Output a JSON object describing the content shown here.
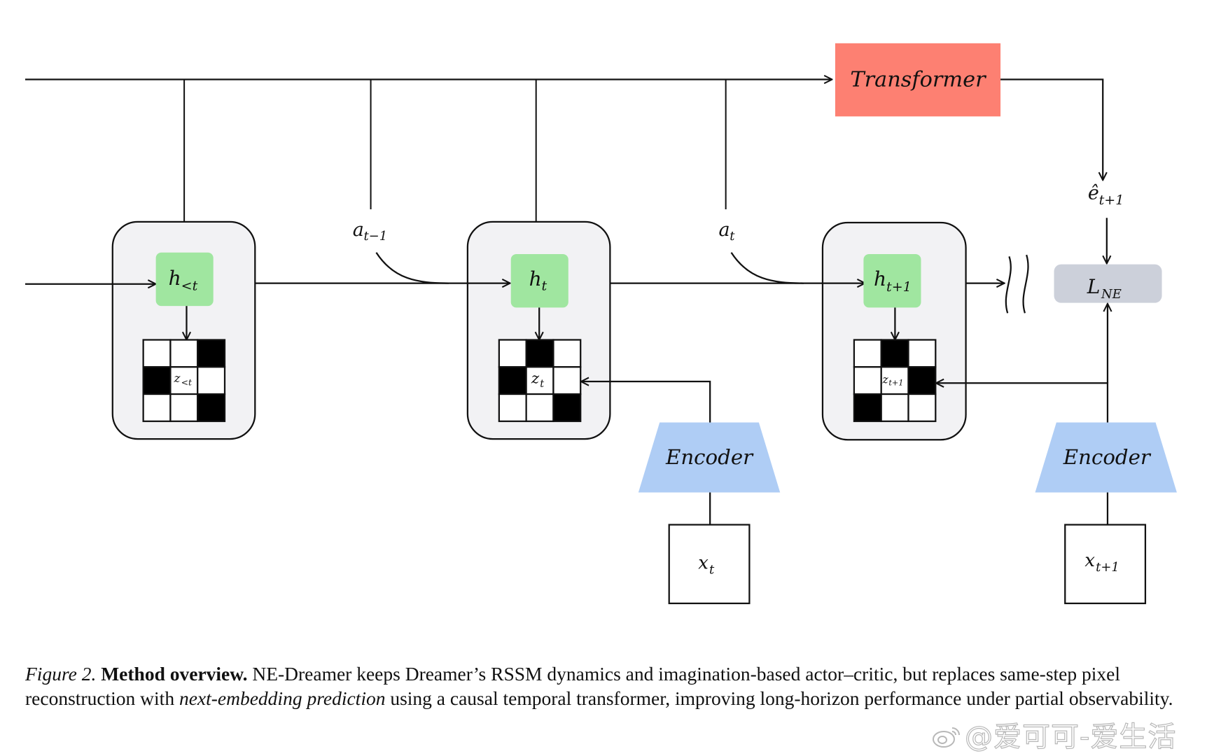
{
  "diagram": {
    "transformer": {
      "label": "Transformer",
      "color": "#fd8072"
    },
    "encoders": [
      {
        "label": "Encoder",
        "color": "#afcdf5"
      },
      {
        "label": "Encoder",
        "color": "#afcdf5"
      }
    ],
    "states": [
      {
        "h": "h",
        "h_sub": "<t",
        "z": "z",
        "z_sub": "<t",
        "grid": [
          0,
          0,
          1,
          1,
          0,
          0,
          0,
          0,
          1
        ]
      },
      {
        "h": "h",
        "h_sub": "t",
        "z": "z",
        "z_sub": "t",
        "grid": [
          0,
          1,
          0,
          1,
          0,
          0,
          0,
          0,
          1
        ]
      },
      {
        "h": "h",
        "h_sub": "t+1",
        "z": "z",
        "z_sub": "t+1",
        "grid": [
          0,
          1,
          0,
          0,
          0,
          1,
          1,
          0,
          0
        ]
      }
    ],
    "actions": [
      {
        "a": "a",
        "sub": "t−1"
      },
      {
        "a": "a",
        "sub": "t"
      }
    ],
    "observations": [
      {
        "x": "x",
        "sub": "t"
      },
      {
        "x": "x",
        "sub": "t+1"
      }
    ],
    "prediction": {
      "e": "ê",
      "sub": "t+1"
    },
    "loss": {
      "L": "L",
      "sub": "NE",
      "color": "#ccd0da"
    },
    "colors": {
      "h_block": "#a0e6a0",
      "state_box": "#f2f2f4",
      "stroke": "#111111"
    }
  },
  "caption": {
    "figure_label": "Figure 2.",
    "title": "Method overview.",
    "text_1": " NE-Dreamer keeps Dreamer’s RSSM dynamics and imagination-based actor–critic, but replaces same-step pixel reconstruction with ",
    "emphasis": "next-embedding prediction",
    "text_2": " using a causal temporal transformer, improving long-horizon performance under partial observability."
  },
  "watermark": {
    "text": "@爱可可-爱生活"
  }
}
